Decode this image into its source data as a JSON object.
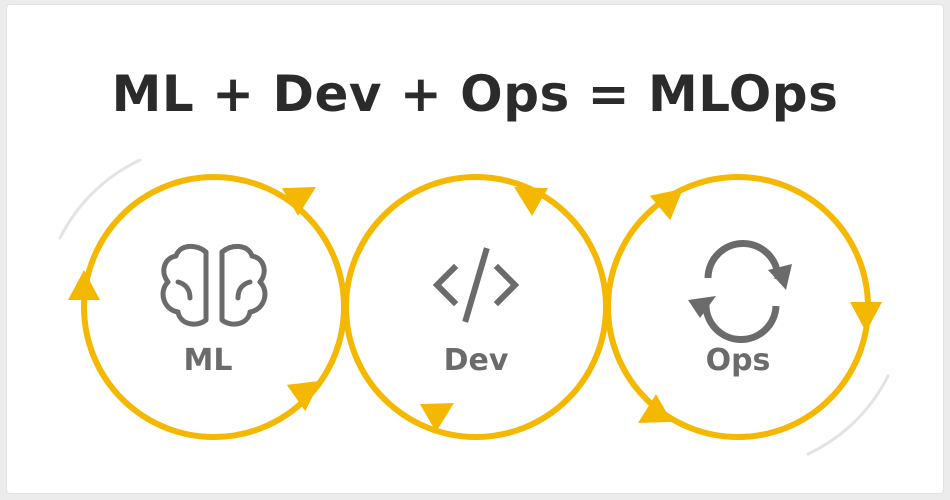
{
  "title": "ML + Dev + Ops = MLOps",
  "colors": {
    "accent": "#F5B800",
    "icon": "#6B6B6B",
    "title": "#2B2B2B",
    "arc": "#E4E4E4"
  },
  "nodes": [
    {
      "label": "ML",
      "icon": "brain-icon"
    },
    {
      "label": "Dev",
      "icon": "code-icon"
    },
    {
      "label": "Ops",
      "icon": "refresh-icon"
    }
  ]
}
